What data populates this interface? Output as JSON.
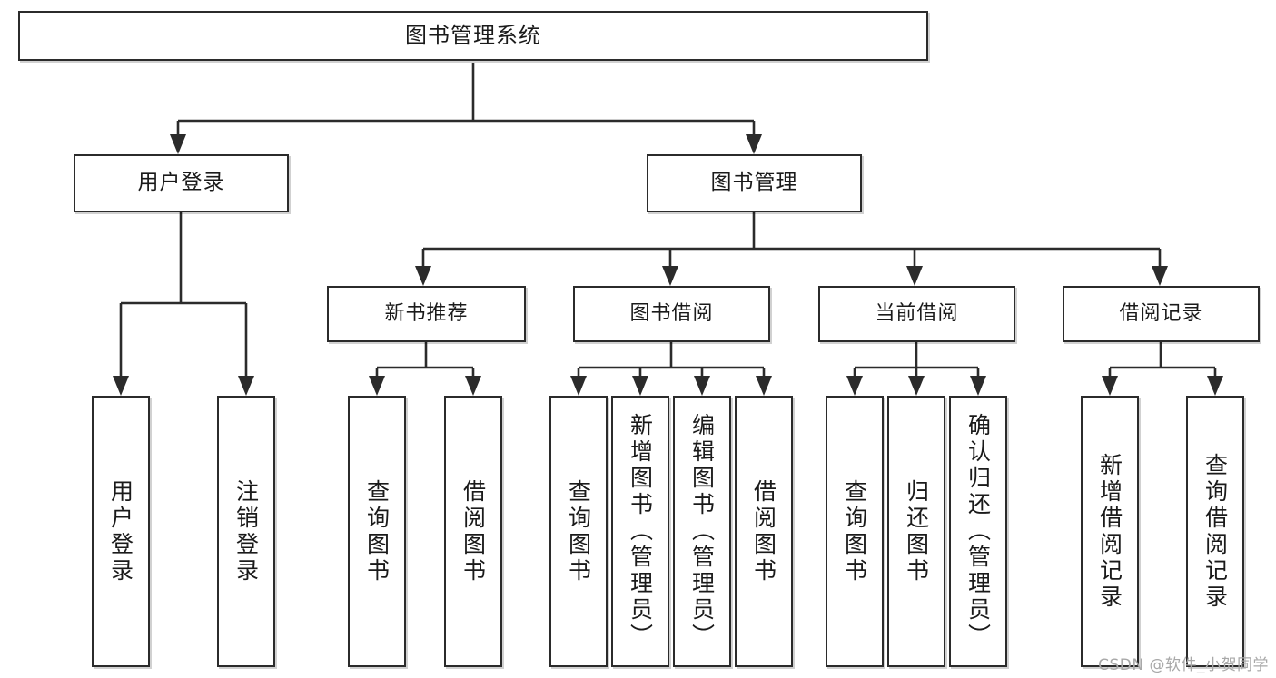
{
  "diagram": {
    "type": "tree-hierarchy",
    "title": "图书管理系统",
    "watermark": "CSDN @软件_小贺同学",
    "style": {
      "box_border_color": "#2b2b2b",
      "box_fill_color": "#ffffff",
      "line_color": "#2b2b2b",
      "background": "#ffffff",
      "watermark_color": "#a8a8a8"
    },
    "nodes": {
      "root": {
        "label": "图书管理系统",
        "level": 1
      },
      "l2": [
        {
          "id": "user-login",
          "label": "用户登录",
          "level": 2
        },
        {
          "id": "book-manage",
          "label": "图书管理",
          "level": 2
        }
      ],
      "l3": [
        {
          "id": "new-book-recommend",
          "label": "新书推荐",
          "level": 3
        },
        {
          "id": "book-borrow",
          "label": "图书借阅",
          "level": 3
        },
        {
          "id": "current-borrow",
          "label": "当前借阅",
          "level": 3
        },
        {
          "id": "borrow-record",
          "label": "借阅记录",
          "level": 3
        }
      ],
      "leaves": {
        "user-login": [
          {
            "id": "leaf-user-login",
            "label": "用户登录"
          },
          {
            "id": "leaf-user-logout",
            "label": "注销登录"
          }
        ],
        "new-book-recommend": [
          {
            "id": "leaf-query-book-1",
            "label": "查询图书"
          },
          {
            "id": "leaf-borrow-book-1",
            "label": "借阅图书"
          }
        ],
        "book-borrow": [
          {
            "id": "leaf-query-book-2",
            "label": "查询图书"
          },
          {
            "id": "leaf-add-book",
            "label": "新增图书（管理员）"
          },
          {
            "id": "leaf-edit-book",
            "label": "编辑图书（管理员）"
          },
          {
            "id": "leaf-borrow-book-2",
            "label": "借阅图书"
          }
        ],
        "current-borrow": [
          {
            "id": "leaf-query-book-3",
            "label": "查询图书"
          },
          {
            "id": "leaf-return-book",
            "label": "归还图书"
          },
          {
            "id": "leaf-confirm-return",
            "label": "确认归还（管理员）"
          }
        ],
        "borrow-record": [
          {
            "id": "leaf-add-record",
            "label": "新增借阅记录"
          },
          {
            "id": "leaf-query-record",
            "label": "查询借阅记录"
          }
        ]
      }
    }
  }
}
